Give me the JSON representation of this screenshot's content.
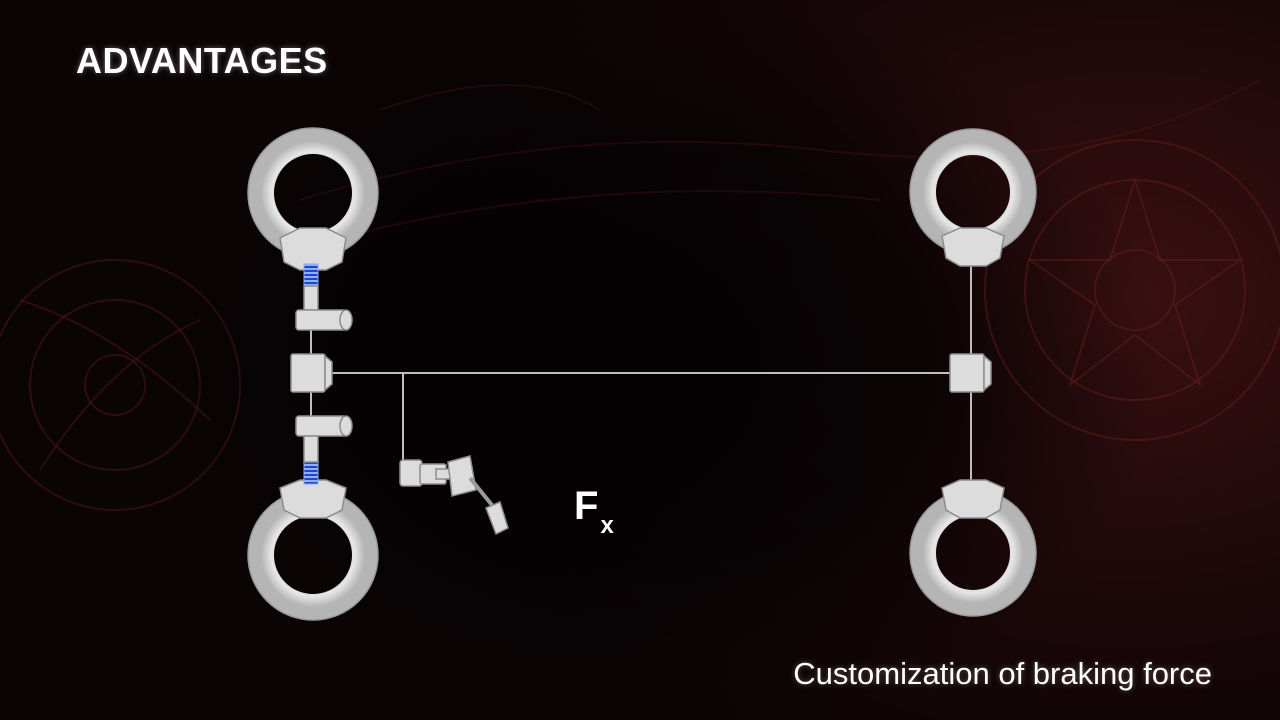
{
  "slide": {
    "title": "ADVANTAGES",
    "caption": "Customization of braking force",
    "force_symbol": "F",
    "force_subscript": "x"
  },
  "colors": {
    "part_fill": "#dcdcdc",
    "part_stroke": "#8c8c8c",
    "line": "#bfbfbf",
    "accent_blue": "#2f5de0",
    "background_red": "#3a1012"
  }
}
